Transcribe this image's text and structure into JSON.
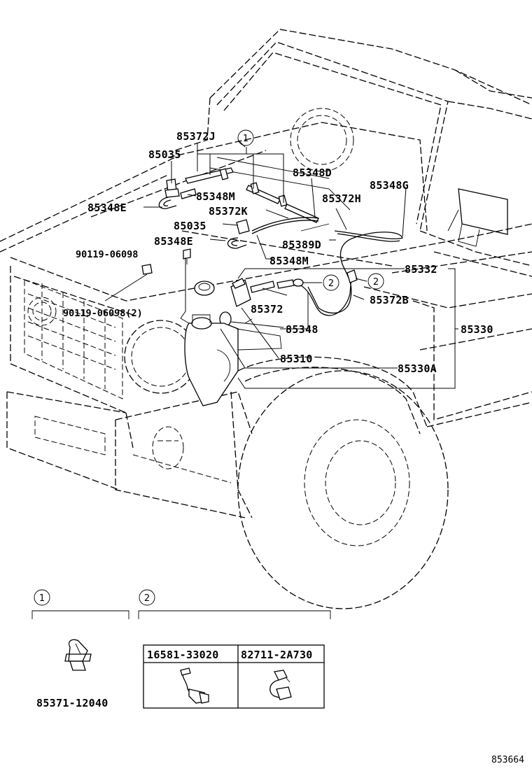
{
  "diagram_ref": "853664",
  "callouts": {
    "p85372J": "85372J",
    "p85035a": "85035",
    "p85348M_a": "85348M",
    "p85348E_a": "85348E",
    "p85372K": "85372K",
    "p85035b": "85035",
    "p85348E_b": "85348E",
    "p90119_a": "90119-06098",
    "p90119_b": "90119-06098(2)",
    "p85348D": "85348D",
    "p85348G": "85348G",
    "p85372H": "85372H",
    "p85389D": "85389D",
    "p85348M_b": "85348M",
    "p85332": "85332",
    "p85372": "85372",
    "p85372B": "85372B",
    "p85348": "85348",
    "p85330": "85330",
    "p85310": "85310",
    "p85330A": "85330A"
  },
  "group_markers": {
    "one": "1",
    "two": "2"
  },
  "detail_1": {
    "marker": "1",
    "part_number": "85371-12040"
  },
  "detail_2": {
    "marker": "2",
    "table_headers": [
      "16581-33020",
      "82711-2A730"
    ]
  }
}
